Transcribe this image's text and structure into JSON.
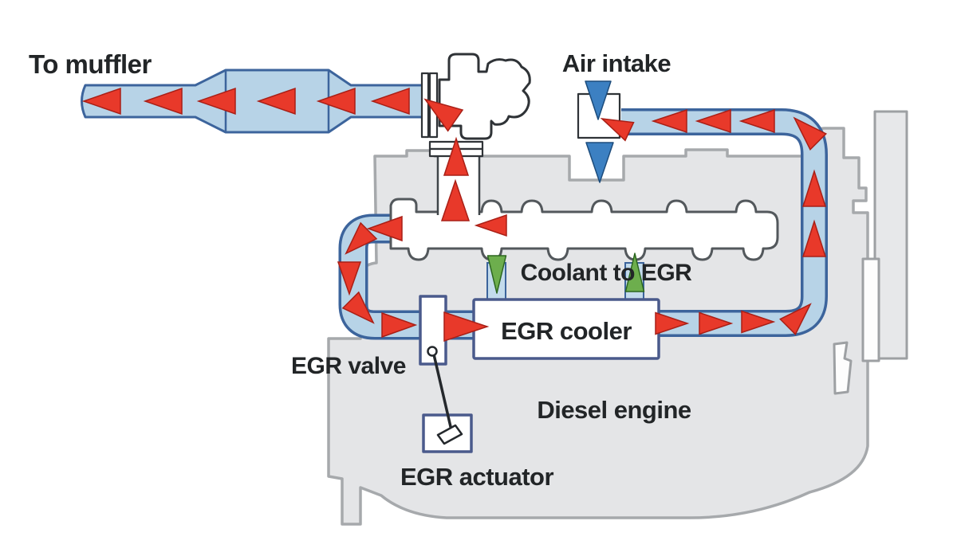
{
  "diagram": {
    "type": "diesel-engine-egr-system-diagram",
    "labels": {
      "to_muffler": "To muffler",
      "air_intake": "Air intake",
      "coolant_to_egr": "Coolant to EGR",
      "egr_cooler": "EGR cooler",
      "egr_valve": "EGR valve",
      "diesel_engine": "Diesel engine",
      "egr_actuator": "EGR actuator"
    },
    "colors": {
      "background": "#ffffff",
      "pipe_fill": "#b7d3e7",
      "pipe_stroke": "#3c649c",
      "exhaust_flow_arrow": "#e8392a",
      "exhaust_flow_arrow_edge": "#a91f16",
      "intake_air_arrow": "#3c80c2",
      "intake_air_arrow_edge": "#1d4c7c",
      "coolant_arrow": "#6dae4d",
      "coolant_arrow_edge": "#2c661f",
      "engine_fill": "#e4e5e7",
      "engine_stroke": "#a6a9ac",
      "manifold_stroke": "#53585c",
      "component_stroke": "#4a5a8c",
      "hardware_stroke": "#2f3337",
      "label_color": "#222527"
    },
    "flow_arrows": {
      "red_format": "[cx, cy, rotation_deg, length, width] — triangle pointing along rotation (0=right, 90=down, 180=left, 270=up)",
      "red": [
        [
          128,
          127,
          180,
          46,
          32
        ],
        [
          205,
          127,
          180,
          46,
          32
        ],
        [
          272,
          127,
          180,
          46,
          32
        ],
        [
          347,
          127,
          180,
          46,
          32
        ],
        [
          422,
          127,
          180,
          46,
          32
        ],
        [
          490,
          127,
          180,
          46,
          32
        ],
        [
          552,
          138,
          215,
          46,
          32
        ],
        [
          572,
          197,
          270,
          46,
          30
        ],
        [
          571,
          252,
          270,
          50,
          34
        ],
        [
          616,
          283,
          180,
          38,
          26
        ],
        [
          483,
          287,
          180,
          42,
          30
        ],
        [
          448,
          304,
          135,
          40,
          28
        ],
        [
          438,
          349,
          90,
          40,
          28
        ],
        [
          454,
          391,
          45,
          40,
          28
        ],
        [
          500,
          408,
          0,
          42,
          30
        ],
        [
          584,
          410,
          0,
          54,
          36
        ],
        [
          842,
          406,
          0,
          40,
          27
        ],
        [
          897,
          406,
          0,
          40,
          27
        ],
        [
          950,
          404,
          0,
          40,
          27
        ],
        [
          1002,
          396,
          315,
          40,
          27
        ],
        [
          1021,
          300,
          270,
          44,
          28
        ],
        [
          1021,
          237,
          270,
          44,
          28
        ],
        [
          1011,
          163,
          225,
          42,
          28
        ],
        [
          950,
          152,
          180,
          42,
          28
        ],
        [
          895,
          152,
          180,
          42,
          28
        ],
        [
          840,
          152,
          180,
          42,
          28
        ],
        [
          772,
          157,
          205,
          38,
          25
        ]
      ],
      "blue_format": "[cx, top_y, width, height, direction]",
      "blue": [
        [
          750,
          102,
          32,
          48,
          "down"
        ],
        [
          752,
          179,
          34,
          50,
          "down"
        ]
      ],
      "green": [
        [
          623,
          321,
          23,
          47,
          "down"
        ],
        [
          796,
          318,
          23,
          48,
          "up"
        ]
      ]
    }
  }
}
